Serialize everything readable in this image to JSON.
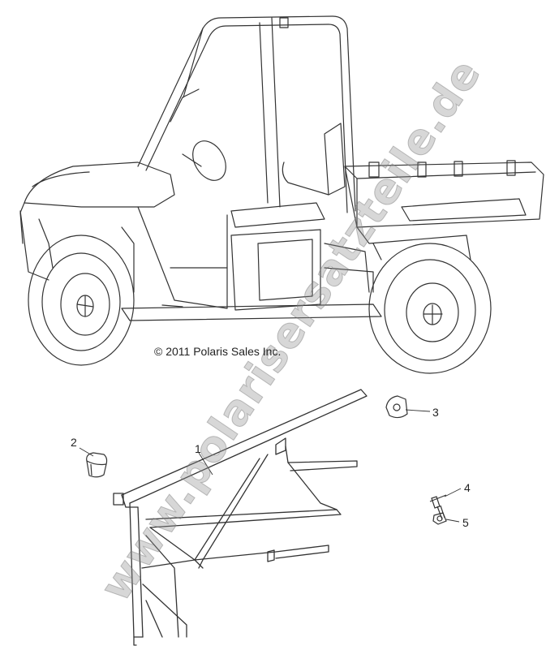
{
  "copyright": "© 2011 Polaris Sales Inc.",
  "watermark": "www.polarisersatzteile.de",
  "callouts": [
    {
      "id": "1",
      "label": "1"
    },
    {
      "id": "2",
      "label": "2"
    },
    {
      "id": "3",
      "label": "3"
    },
    {
      "id": "4",
      "label": "4"
    },
    {
      "id": "5",
      "label": "5"
    }
  ],
  "colors": {
    "line": "#333333",
    "watermark": "#8c8c8c"
  }
}
